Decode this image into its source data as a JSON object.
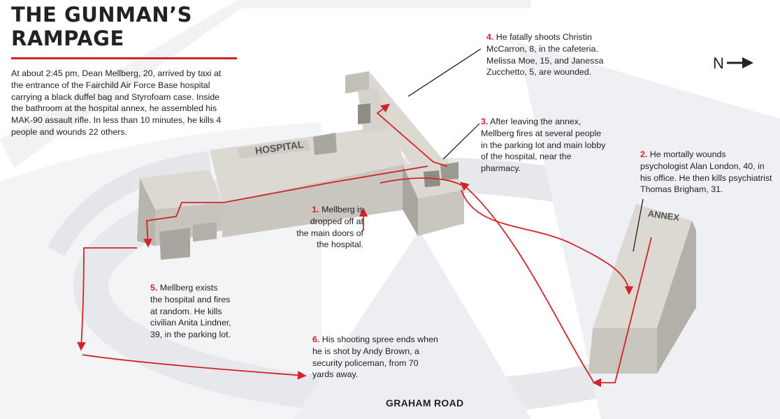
{
  "title": {
    "line1": "THE GUNMAN’S",
    "line2": "RAMPAGE"
  },
  "intro": "At about 2:45 pm, Dean Mellberg, 20, arrived by taxi at the entrance of the Fairchild Air Force Base hospital carrying a black duffel bag and Styrofoam case. Inside the bathroom at the hospital annex, he assembled his MAK-90 assault rifle. In less than 10 minutes, he kills 4 people and wounds 22 others.",
  "steps": [
    {
      "num": "1.",
      "text": "Mellberg is dropped off at the main doors of the hospital."
    },
    {
      "num": "2.",
      "text": "He mortally wounds psychologist Alan London, 40, in his office. He then kills psychiatrist Thomas Brigham, 31."
    },
    {
      "num": "3.",
      "text": "After leaving the annex, Mellberg fires at several people in the parking lot and main lobby of the hospital, near the pharmacy."
    },
    {
      "num": "4.",
      "text": "He fatally shoots Christin McCarron, 8, in the cafeteria. Melissa Moe, 15, and Janessa Zucchetto, 5, are wounded."
    },
    {
      "num": "5.",
      "text": "Mellberg exists the hospital and fires at random. He kills civilian Anita Lindner, 39, in the parking lot."
    },
    {
      "num": "6.",
      "text": "His shooting spree ends when he is shot by Andy Brown, a security policeman, from 70 yards away."
    }
  ],
  "labels": {
    "hospital": "HOSPITAL",
    "annex": "ANNEX",
    "road": "GRAHAM ROAD",
    "north": "N"
  },
  "colors": {
    "accent": "#d2232a",
    "building_top": "#dcd9d2",
    "building_side": "#b8b5ae",
    "ground": "#eef0f2",
    "text": "#222222"
  },
  "icons": [
    "north-arrow-icon"
  ]
}
